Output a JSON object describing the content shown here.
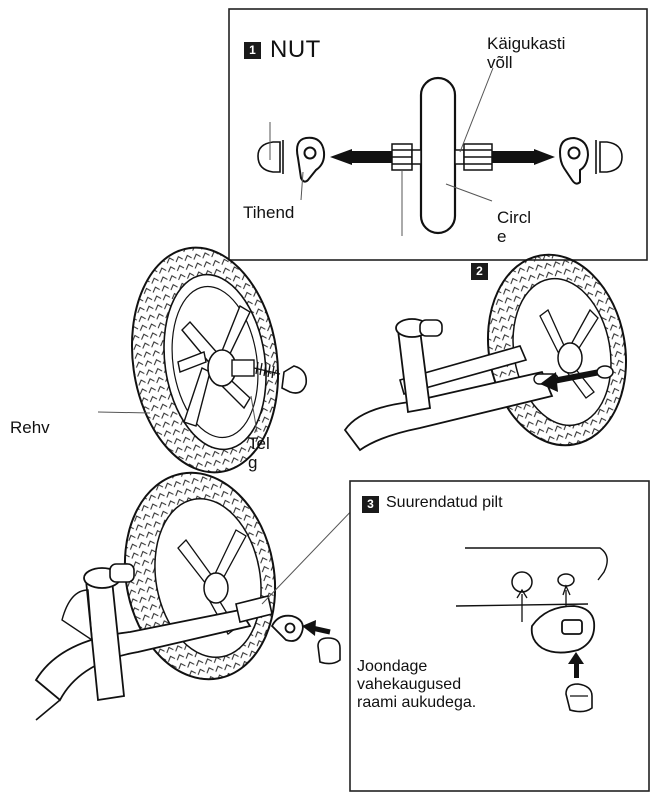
{
  "steps": {
    "step1": {
      "number": "1",
      "title": "NUT"
    },
    "step2": {
      "number": "2"
    },
    "step3": {
      "number": "3",
      "title": "Suurendatud pilt"
    }
  },
  "labels": {
    "gearbox_shaft": "Käigukasti\nvõll",
    "seal": "Tihend",
    "circle": "Circl\ne",
    "tire": "Rehv",
    "axle": "Tel\ng",
    "align_note": "Joondage\nvahekaugused\nraami aukudega."
  }
}
